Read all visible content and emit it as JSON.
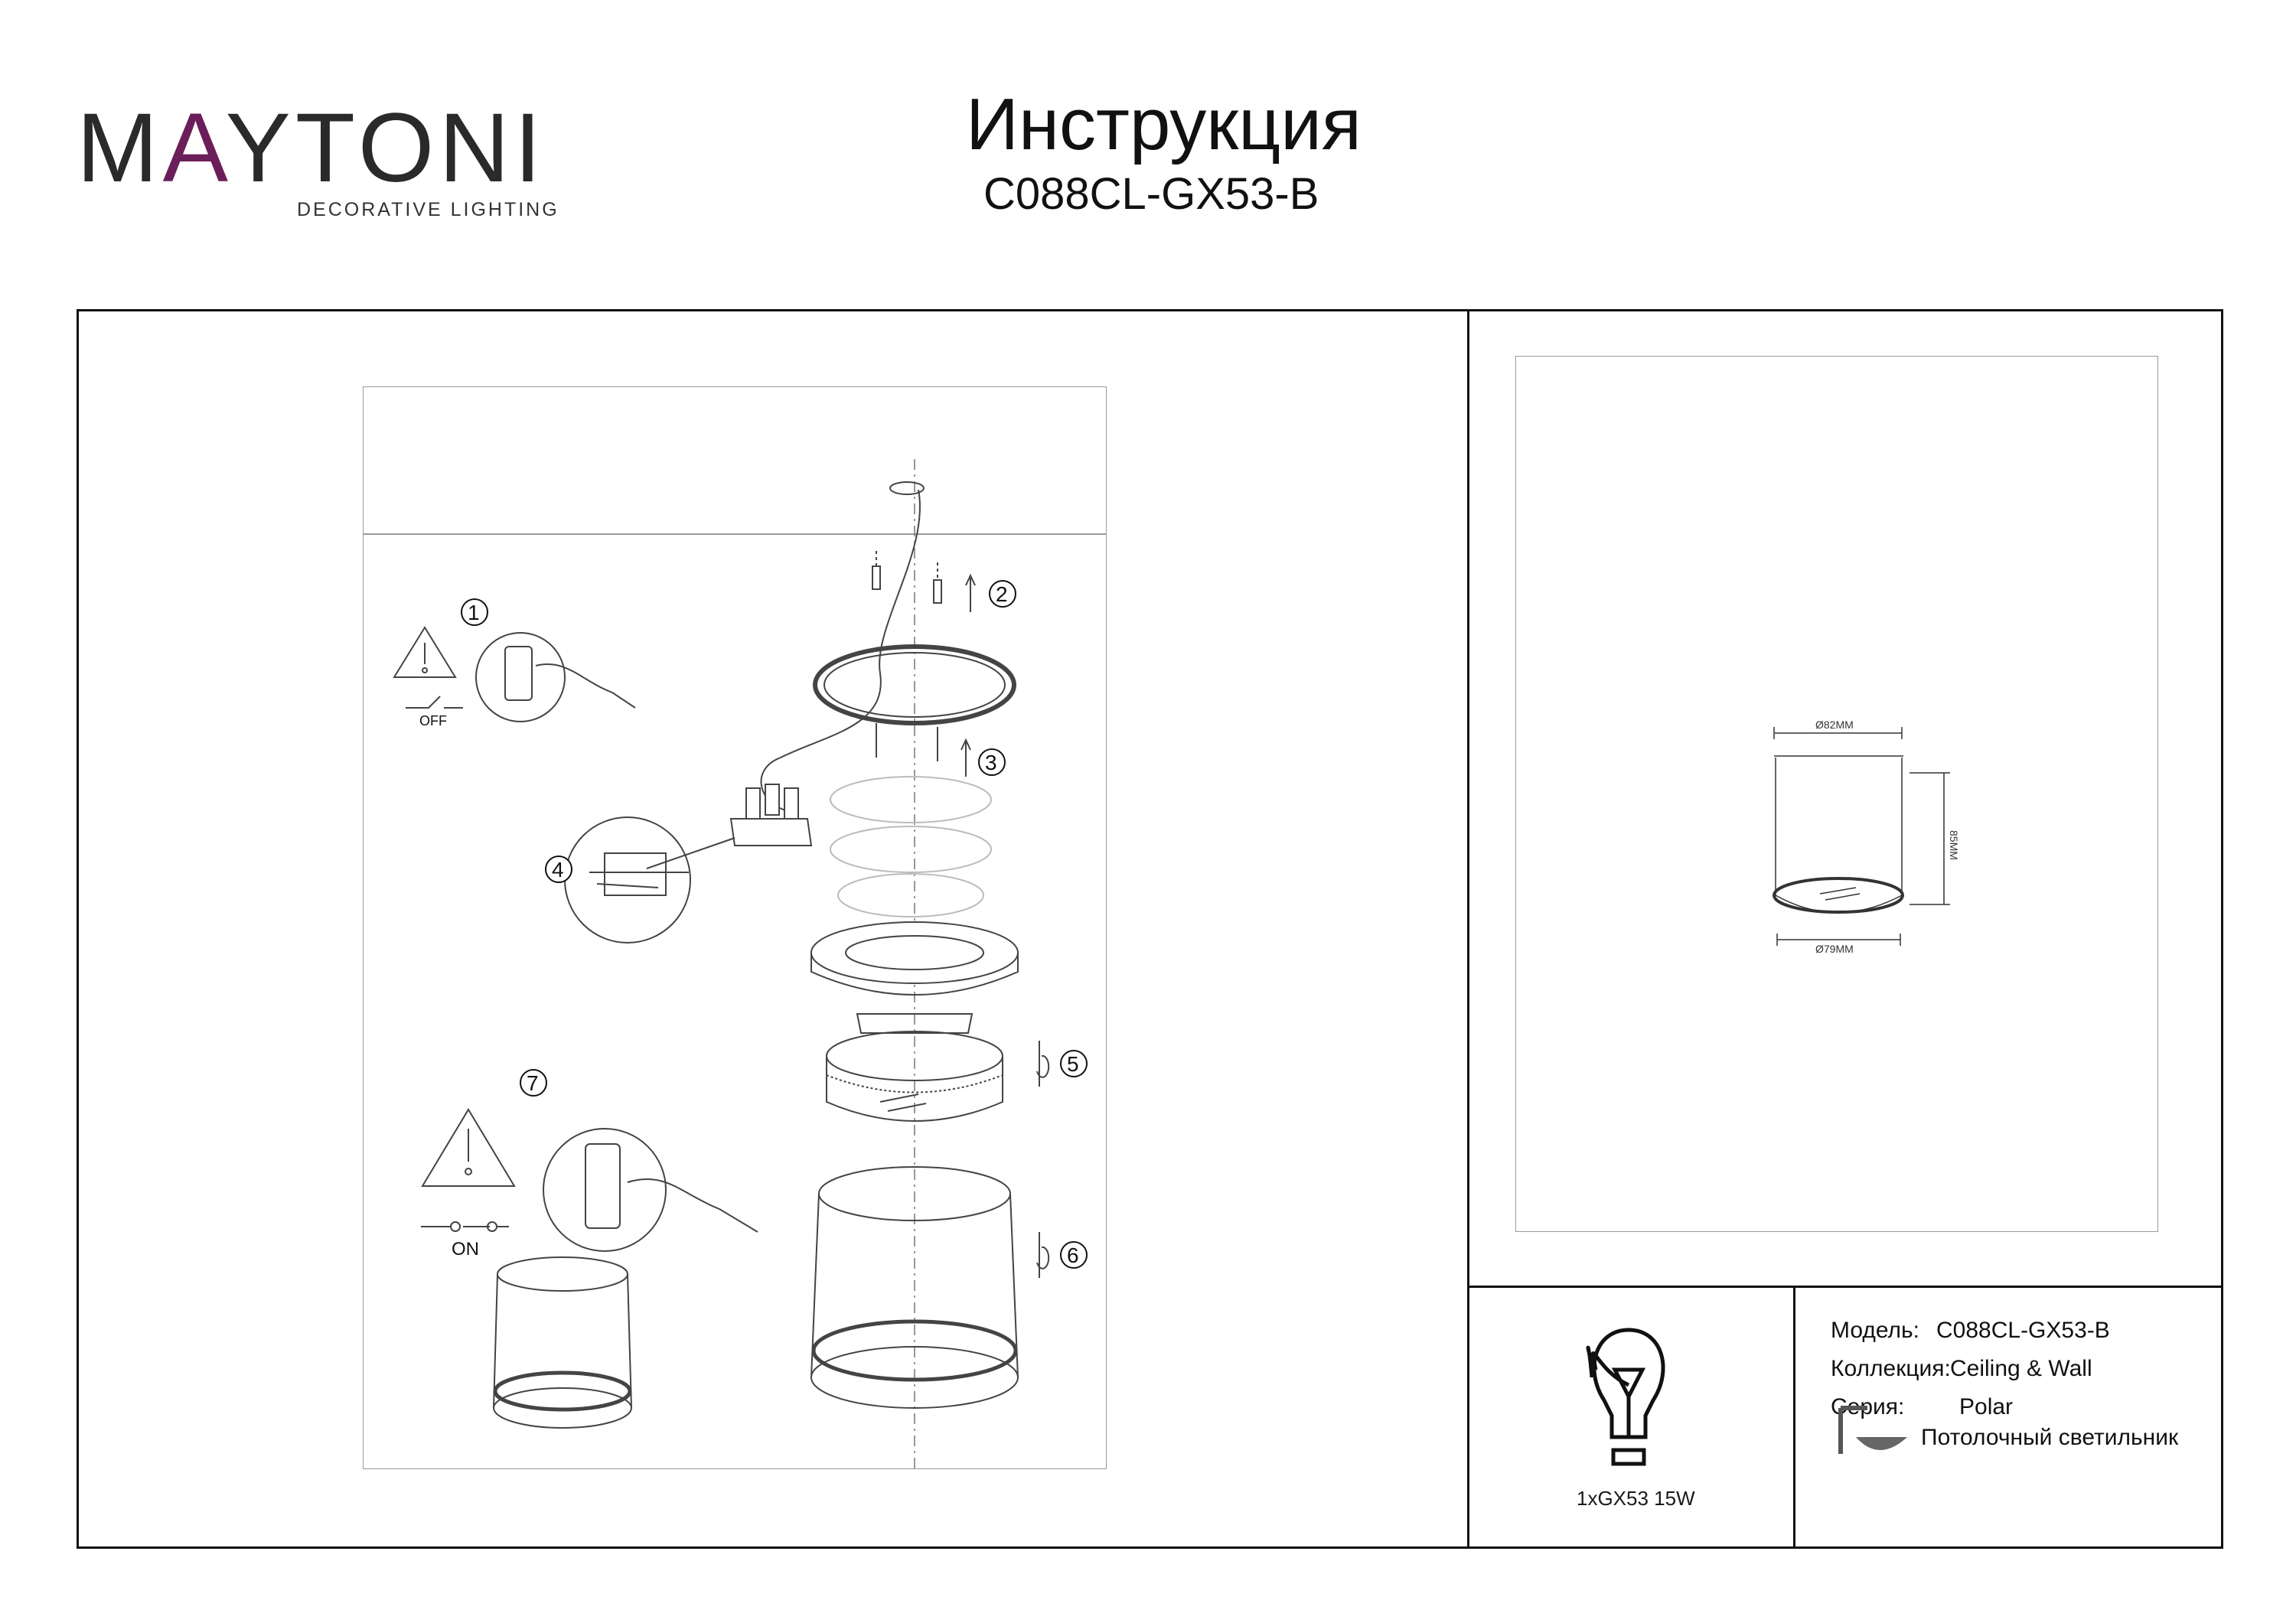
{
  "brand": {
    "name": "MAYTONI",
    "tagline": "DECORATIVE LIGHTING",
    "accent": "#6b1e5a"
  },
  "document": {
    "title": "Инструкция",
    "model_code": "C088CL-GX53-B"
  },
  "steps": [
    "1",
    "2",
    "3",
    "4",
    "5",
    "6",
    "7"
  ],
  "switch_labels": {
    "off": "OFF",
    "on": "ON"
  },
  "dimensions": {
    "top_diameter": "Ø82MM",
    "height": "85MM",
    "bottom_diameter": "Ø79MM"
  },
  "lamp": {
    "label": "1xGX53 15W"
  },
  "specs": [
    {
      "label": "Модель:",
      "value": "C088CL-GX53-B"
    },
    {
      "label": "Коллекция:",
      "value": "Ceiling & Wall"
    },
    {
      "label": "Серия:",
      "value": "Polar"
    }
  ],
  "product_type": "Потолочный светильник"
}
